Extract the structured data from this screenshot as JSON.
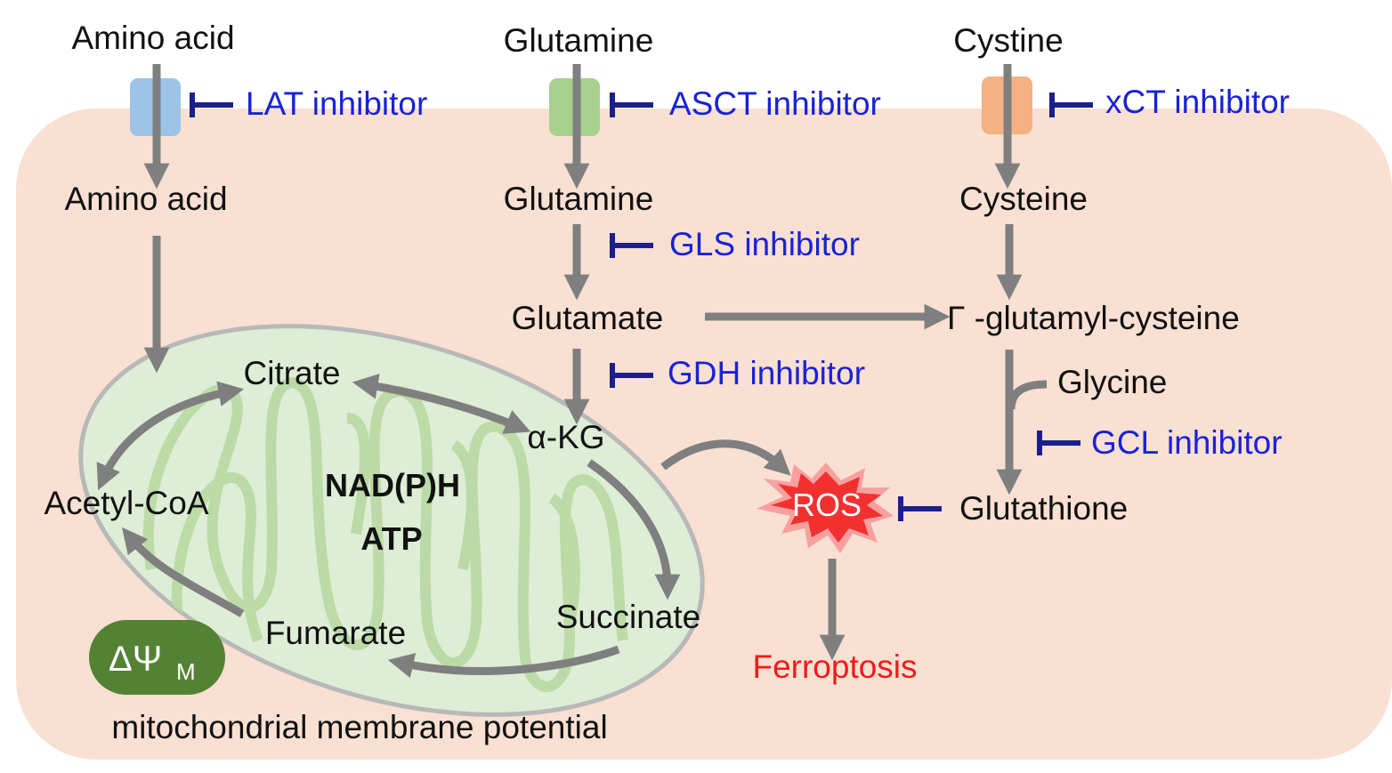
{
  "colors": {
    "cell": "#f9e0d2",
    "mito_fill": "#deedd6",
    "mito_edge": "#b8b8b8",
    "cristae": "#b8d9a2",
    "lat_transporter": "#9dc3e6",
    "asct_transporter": "#a9d18e",
    "xct_transporter": "#f4b183",
    "arrow": "#7f7f7f",
    "inhibitor_text": "#1a22d6",
    "inhibitor_bar": "#1b1f8c",
    "psi_badge": "#548235",
    "ros_burst": "#f23030",
    "ferroptosis": "#ee1c1c"
  },
  "icons": {
    "lat_transporter": "transporter-icon",
    "asct_transporter": "transporter-icon",
    "xct_transporter": "transporter-icon",
    "ros": "burst-icon",
    "membrane_potential": "badge-icon"
  },
  "extracellular": {
    "amino_acid": "Amino acid",
    "glutamine": "Glutamine",
    "cystine": "Cystine"
  },
  "intracellular": {
    "amino_acid": "Amino acid",
    "glutamine": "Glutamine",
    "cysteine": "Cysteine",
    "glutamate": "Glutamate",
    "glutamyl_cysteine": "Γ -glutamyl-cysteine",
    "glycine": "Glycine",
    "glutathione": "Glutathione",
    "ros": "ROS",
    "ferroptosis": "Ferroptosis"
  },
  "inhibitors": {
    "lat": "LAT inhibitor",
    "asct": "ASCT inhibitor",
    "xct": "xCT inhibitor",
    "gls": "GLS inhibitor",
    "gdh": "GDH inhibitor",
    "gcl": "GCL inhibitor"
  },
  "mitochondrion": {
    "citrate": "Citrate",
    "akg": "α-KG",
    "acetyl_coa": "Acetyl-CoA",
    "succinate": "Succinate",
    "fumarate": "Fumarate",
    "nadph": "NAD(P)H",
    "atp": "ATP",
    "psi_symbol": "ΔΨ",
    "psi_sub": "M",
    "caption": "mitochondrial membrane potential"
  }
}
